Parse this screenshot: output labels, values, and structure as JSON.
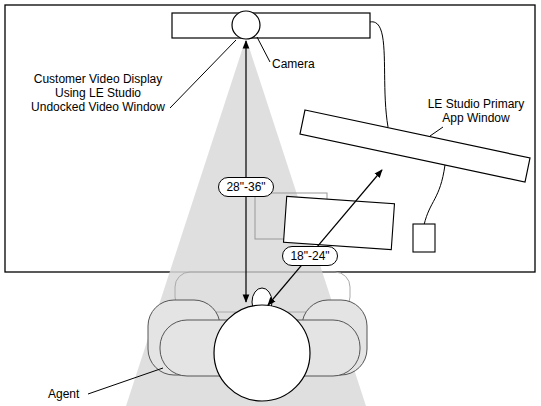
{
  "diagram": {
    "nodes": [
      {
        "text": [
          "28\"-36\""
        ]
      },
      {
        "text": [
          "18\"-24\""
        ]
      }
    ],
    "labels": [
      "Customer Video Display Using LE Studio Undocked Video Window",
      "Camera",
      "LE Studio Primary App Window",
      "Agent"
    ]
  }
}
